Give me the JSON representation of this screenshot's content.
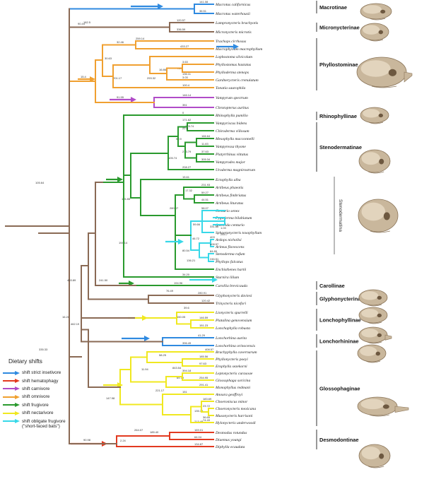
{
  "legend": {
    "title": "Dietary shifts",
    "items": [
      {
        "label": "shift strict insetivore",
        "color": "#2f8ae0"
      },
      {
        "label": "shift hematophagy",
        "color": "#e23a20"
      },
      {
        "label": "shift carnivore",
        "color": "#b04cc8"
      },
      {
        "label": "shift omnivore",
        "color": "#f0a030"
      },
      {
        "label": "shift frugivore",
        "color": "#2a9a2e"
      },
      {
        "label": "shift nectarivore",
        "color": "#f0e820"
      },
      {
        "label": "shift obligate frugivore",
        "color": "#38d8e8",
        "note": "(\"short-faced bats\")"
      }
    ]
  },
  "colors": {
    "insectivore": "#2f8ae0",
    "hematophagy": "#e23a20",
    "carnivore": "#b04cc8",
    "omnivore": "#f0a030",
    "frugivore": "#2a9a2e",
    "nectarivore": "#f0e820",
    "obligate_frugivore": "#38d8e8",
    "ancestral": "#8a6a55"
  },
  "taxa": [
    "Macrotus californicus",
    "Macrotus waterhousii",
    "Lampronycteris brachyotis",
    "Micronycteris microtis",
    "Trachops cirrhosus",
    "Macrophyllum macrophyllum",
    "Lophostoma silvicolum",
    "Phyllostomus hastatus",
    "Phylloderma stenops",
    "Gardnerycteris crenulatum",
    "Tonatia saurophila",
    "Vampyrum spectrum",
    "Chrotopterus auritus",
    "Rhinophylla pumilio",
    "Vampyriscus bidens",
    "Chiroderma villosum",
    "Mesophylla macconnelli",
    "Vampyressa thyone",
    "Platyrrhinus vittatus",
    "Vampyrodes major",
    "Uroderma magnirostrum",
    "Ectophylla alba",
    "Artibeus phaeotis",
    "Artibeus fimbriatus",
    "Artibeus lituratus",
    "Centurio senex",
    "Pygoderma bilabiatum",
    "Ametrida centurio",
    "Sphaeronycteris toxophyllum",
    "Ardops nichollsi",
    "Ariteus flavescens",
    "Stenoderma rufum",
    "Phyllops falcatus",
    "Enchisthenes hartii",
    "Sturnira lilium",
    "Carollia brevicauda",
    "Glyphonycteris daviesi",
    "Trinycteris nicefori",
    "Lionycteris spurrelli",
    "Platalina genovensium",
    "Lonchophylla robusta",
    "Lonchorhina aurita",
    "Lonchorhina orinocensis",
    "Brachyphylla cavernarum",
    "Phyllonycteris poeyi",
    "Erophylla sezekorni",
    "Leptonycteris curasoae",
    "Glossophaga soricina",
    "Monophyllus redmani",
    "Anoura geoffroyi",
    "Choeroniscus minor",
    "Choeronycteris mexicana",
    "Musonycteris harrisoni",
    "Hylonycteris underwoodi",
    "Desmodus rotundus",
    "Diaemus youngi",
    "Diphylla ecaudata"
  ],
  "subfamilies": [
    "Macrotinae",
    "Micronycterinae",
    "Phyllostominae",
    "Rhinophyllinae",
    "Stenodermatinae",
    "Stenodermatina",
    "Carollinae",
    "Glyphonycterinae",
    "Lonchophyllinae",
    "Lonchorhininae",
    "Glossophaginae",
    "Desmodontinae"
  ],
  "branch_labels": [
    "141.08",
    "36.51",
    "90.44",
    "120.57",
    "336.59",
    "259.14",
    "433.27",
    "32.46",
    "30.63",
    "3.63",
    "293.32",
    "4.67",
    "136.11",
    "15.4",
    "201.17",
    "16.86",
    "3.03",
    "100.4",
    "91.55",
    "146.14",
    "351",
    "0",
    "171.62",
    "178.74",
    "22.8",
    "166.64",
    "99.9",
    "11.83",
    "213.79",
    "37.63",
    "105.74",
    "305.34",
    "208.27",
    "15.61",
    "115.85",
    "231.93",
    "17.32",
    "59.27",
    "44.51",
    "58.07",
    "280.07",
    "59.66",
    "331.86",
    "1.03",
    "245.7",
    "194.14",
    "46.72",
    "403",
    "80.54",
    "408.57",
    "136.21",
    "84.89",
    "246.51",
    "34.20",
    "194.96",
    "241.50",
    "280.91",
    "76.49",
    "120.42",
    "39.6",
    "146.59",
    "150.05",
    "151.23",
    "16.28",
    "462.19",
    "41.29",
    "396.49",
    "408.57",
    "58.25",
    "185.56",
    "843.54",
    "97.63",
    "394.18",
    "11.94",
    "69.78",
    "254.95",
    "221.17",
    "291.41",
    "147.98",
    "151",
    "183.69",
    "135.78",
    "23.72",
    "264.07",
    "2.24",
    "213.48",
    "36.65",
    "74.49",
    "90.98",
    "185.40",
    "169.01",
    "64.04",
    "134.87",
    "182.5",
    "105.64",
    "335.33",
    "403.89",
    "135.03",
    "405.46",
    "127.34",
    "93.05",
    "92.67",
    "134.72",
    "101.88"
  ]
}
